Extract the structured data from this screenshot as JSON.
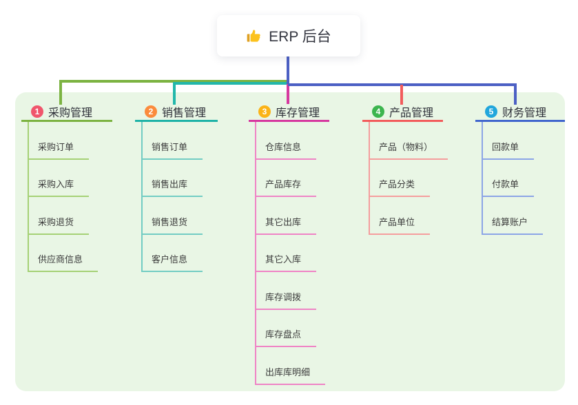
{
  "root": {
    "title": "ERP 后台",
    "icon": "thumbs-up-icon"
  },
  "branches": [
    {
      "num": "1",
      "title": "采购管理",
      "children": [
        "采购订单",
        "采购入库",
        "采购退货",
        "供应商信息"
      ]
    },
    {
      "num": "2",
      "title": "销售管理",
      "children": [
        "销售订单",
        "销售出库",
        "销售退货",
        "客户信息"
      ]
    },
    {
      "num": "3",
      "title": "库存管理",
      "children": [
        "仓库信息",
        "产品库存",
        "其它出库",
        "其它入库",
        "库存调拨",
        "库存盘点",
        "出库库明细"
      ]
    },
    {
      "num": "4",
      "title": "产品管理",
      "children": [
        "产品（物料）",
        "产品分类",
        "产品单位"
      ]
    },
    {
      "num": "5",
      "title": "财务管理",
      "children": [
        "回款单",
        "付款单",
        "结算账户"
      ]
    }
  ],
  "colors": {
    "panel_background": "#e9f6e5",
    "root_stem": "#4c60c4",
    "branch1": {
      "badge": "#f0566c",
      "line": "#7cb342",
      "child_line": "#a5d175"
    },
    "branch2": {
      "badge": "#fb8b3c",
      "line": "#1fb3a7",
      "child_line": "#72ccc3"
    },
    "branch3": {
      "badge": "#fbb317",
      "line": "#d6399f",
      "child_line": "#ef83c5"
    },
    "branch4": {
      "badge": "#3cb54e",
      "line": "#f25c5c",
      "child_line": "#f59d9d"
    },
    "branch5": {
      "badge": "#21a6dc",
      "line": "#4166cd",
      "child_line": "#8ba4e6"
    }
  }
}
